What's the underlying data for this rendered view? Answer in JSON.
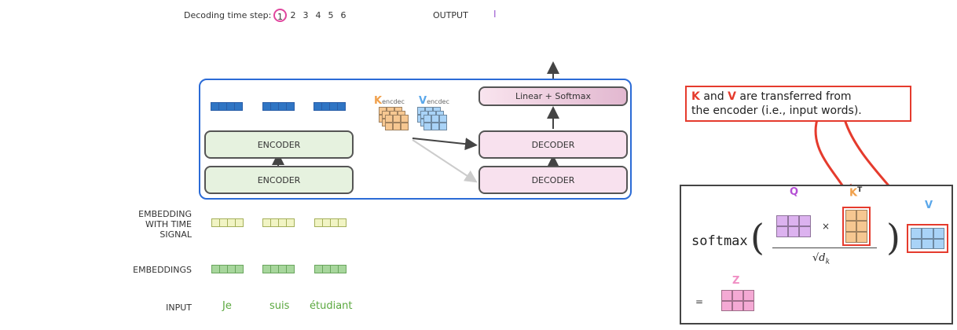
{
  "header": {
    "step_label": "Decoding time step:",
    "steps": [
      "1",
      "2",
      "3",
      "4",
      "5",
      "6"
    ],
    "output_label": "OUTPUT",
    "output_value": "I"
  },
  "model": {
    "encoder_label": "ENCODER",
    "decoder_label": "DECODER",
    "linear_label": "Linear + Softmax",
    "k_letter": "K",
    "k_sub": "encdec",
    "v_letter": "V",
    "v_sub": "encdec"
  },
  "rows": {
    "embedding_time_label": "EMBEDDING WITH TIME SIGNAL",
    "embeddings_label": "EMBEDDINGS",
    "input_label": "INPUT",
    "words": [
      "Je",
      "suis",
      "étudiant"
    ]
  },
  "callout": {
    "k": "K",
    "and": "and",
    "v": "V",
    "rest1": "are transferred from",
    "line2": "the encoder (i.e., input words)."
  },
  "formula": {
    "softmax": "softmax",
    "q": "Q",
    "k": "K",
    "k_sup": "T",
    "v": "V",
    "times": "×",
    "denominator": "√d",
    "den_sub": "k",
    "equals": "=",
    "z": "Z"
  },
  "colors": {
    "model_border": "#2b6bd6",
    "callout_red": "#e53b2d",
    "k_orange": "#f0a04b",
    "v_blue": "#5aa7ea",
    "q_purple": "#b44fd4",
    "z_pink": "#f08fc4",
    "step_highlight": "#e0479e"
  }
}
